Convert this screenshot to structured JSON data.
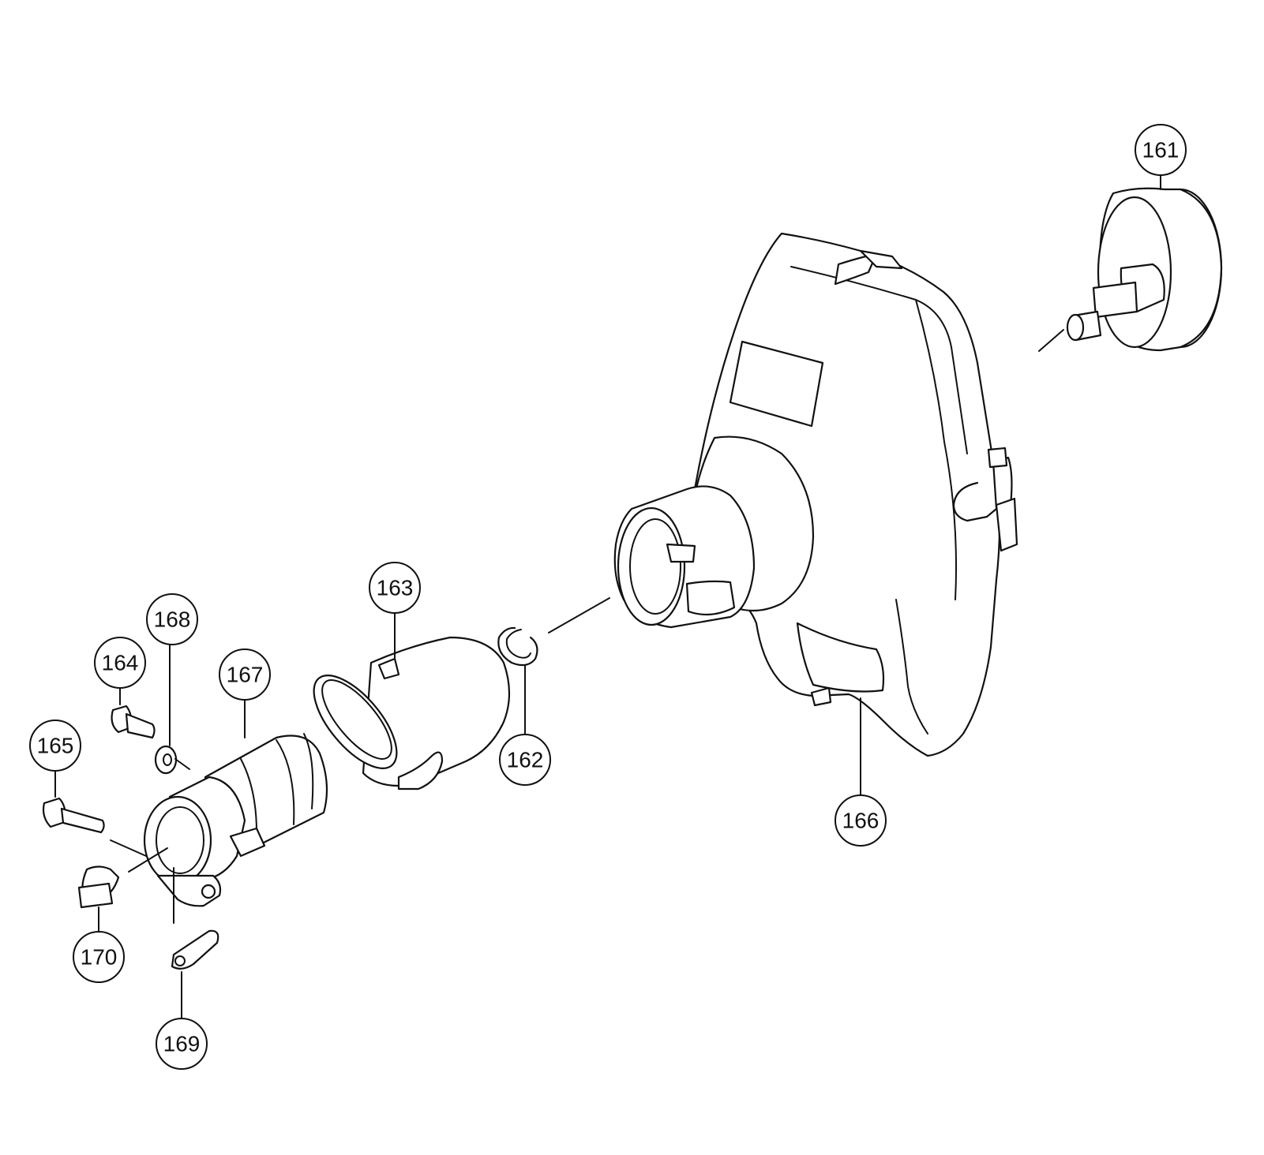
{
  "callouts": [
    {
      "id": "161",
      "label": "161"
    },
    {
      "id": "162",
      "label": "162"
    },
    {
      "id": "163",
      "label": "163"
    },
    {
      "id": "164",
      "label": "164"
    },
    {
      "id": "165",
      "label": "165"
    },
    {
      "id": "166",
      "label": "166"
    },
    {
      "id": "167",
      "label": "167"
    },
    {
      "id": "168",
      "label": "168"
    },
    {
      "id": "169",
      "label": "169"
    },
    {
      "id": "170",
      "label": "170"
    }
  ],
  "colors": {
    "line": "#111111",
    "background": "#ffffff"
  }
}
